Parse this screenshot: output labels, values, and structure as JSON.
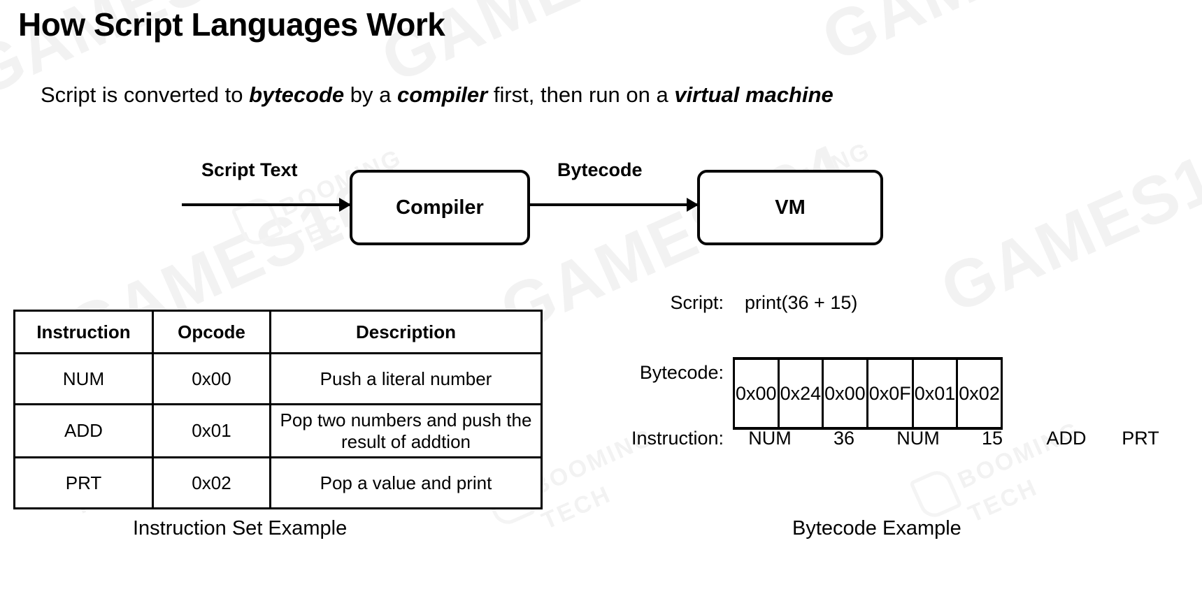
{
  "slide": {
    "title": "How Script Languages Work",
    "subtitle": {
      "part1": "Script is converted to ",
      "em1": "bytecode",
      "part2": " by a ",
      "em2": "compiler",
      "part3": " first, then run on a ",
      "em3": "virtual machine"
    }
  },
  "flow": {
    "input_label": "Script Text",
    "middle_label": "Bytecode",
    "node_compiler": "Compiler",
    "node_vm": "VM"
  },
  "instruction_set": {
    "caption": "Instruction Set Example",
    "headers": [
      "Instruction",
      "Opcode",
      "Description"
    ],
    "rows": [
      {
        "instruction": "NUM",
        "opcode": "0x00",
        "description": "Push a literal number"
      },
      {
        "instruction": "ADD",
        "opcode": "0x01",
        "description": "Pop two numbers and push the result of addtion"
      },
      {
        "instruction": "PRT",
        "opcode": "0x02",
        "description": "Pop a value and print"
      }
    ]
  },
  "bytecode_example": {
    "caption": "Bytecode Example",
    "script_label": "Script:",
    "script_value": "print(36 + 15)",
    "bytecode_label": "Bytecode:",
    "bytecode_cells": [
      "0x00",
      "0x24",
      "0x00",
      "0x0F",
      "0x01",
      "0x02"
    ],
    "instruction_label": "Instruction:",
    "instruction_cells": [
      "NUM",
      "36",
      "NUM",
      "15",
      "ADD",
      "PRT"
    ]
  },
  "watermarks": {
    "brand": "GAMES104",
    "company_line1": "BOOMING",
    "company_line2": "TECH"
  },
  "colors": {
    "ink": "#000000",
    "background": "#ffffff",
    "watermark": "#f2f2f2"
  }
}
